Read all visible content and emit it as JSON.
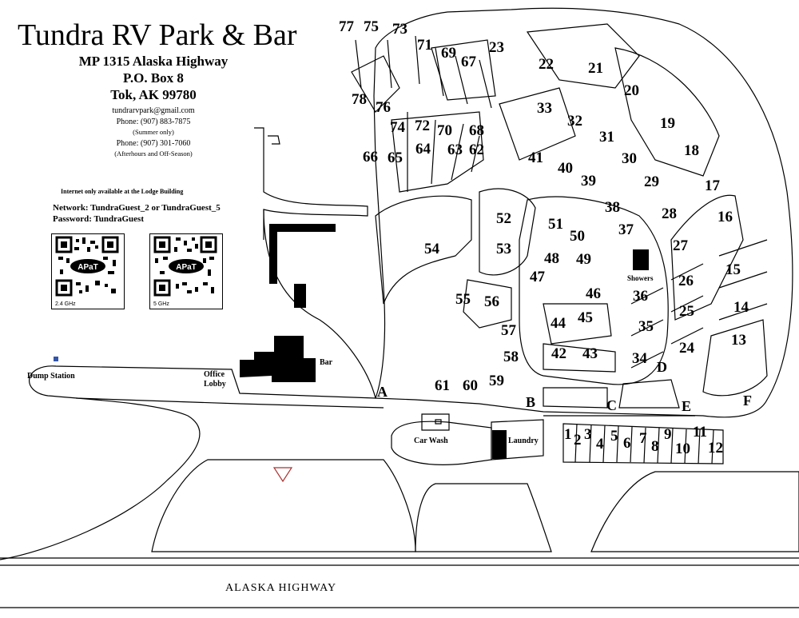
{
  "header": {
    "title": "Tundra RV Park & Bar",
    "address_line1": "MP 1315 Alaska Highway",
    "address_line2": "P.O. Box 8",
    "address_line3": "Tok, AK 99780",
    "email": "tundrarvpark@gmail.com",
    "phone_summer": "Phone: (907) 883-7875",
    "phone_summer_note": "(Summer only)",
    "phone_off": "Phone: (907) 301-7060",
    "phone_off_note": "(Afterhours and Off-Season)"
  },
  "internet": {
    "note": "Internet only available at the Lodge Building",
    "network": "Network:  TundraGuest_2 or TundraGuest_5",
    "password": "Password:  TundraGuest",
    "qr_24_label": "2.4 GHz",
    "qr_5_label": "5 GHz",
    "qr_logo": "APaT"
  },
  "places": {
    "dump_station": "Dump Station",
    "office": "Office",
    "lobby": "Lobby",
    "bar": "Bar",
    "showers": "Showers",
    "car_wash": "Car Wash",
    "laundry": "Laundry",
    "highway": "ALASKA  HIGHWAY"
  },
  "sites": [
    "1",
    "2",
    "3",
    "4",
    "5",
    "6",
    "7",
    "8",
    "9",
    "10",
    "11",
    "12",
    "13",
    "14",
    "15",
    "16",
    "17",
    "18",
    "19",
    "20",
    "21",
    "22",
    "23",
    "24",
    "25",
    "26",
    "27",
    "28",
    "29",
    "30",
    "31",
    "32",
    "33",
    "34",
    "35",
    "36",
    "37",
    "38",
    "39",
    "40",
    "41",
    "42",
    "43",
    "44",
    "45",
    "46",
    "47",
    "48",
    "49",
    "50",
    "51",
    "52",
    "53",
    "54",
    "55",
    "56",
    "57",
    "58",
    "59",
    "60",
    "61",
    "62",
    "63",
    "64",
    "65",
    "66",
    "67",
    "68",
    "69",
    "70",
    "71",
    "72",
    "73",
    "74",
    "75",
    "76",
    "77",
    "78"
  ],
  "letters": [
    "A",
    "B",
    "C",
    "D",
    "E",
    "F"
  ]
}
